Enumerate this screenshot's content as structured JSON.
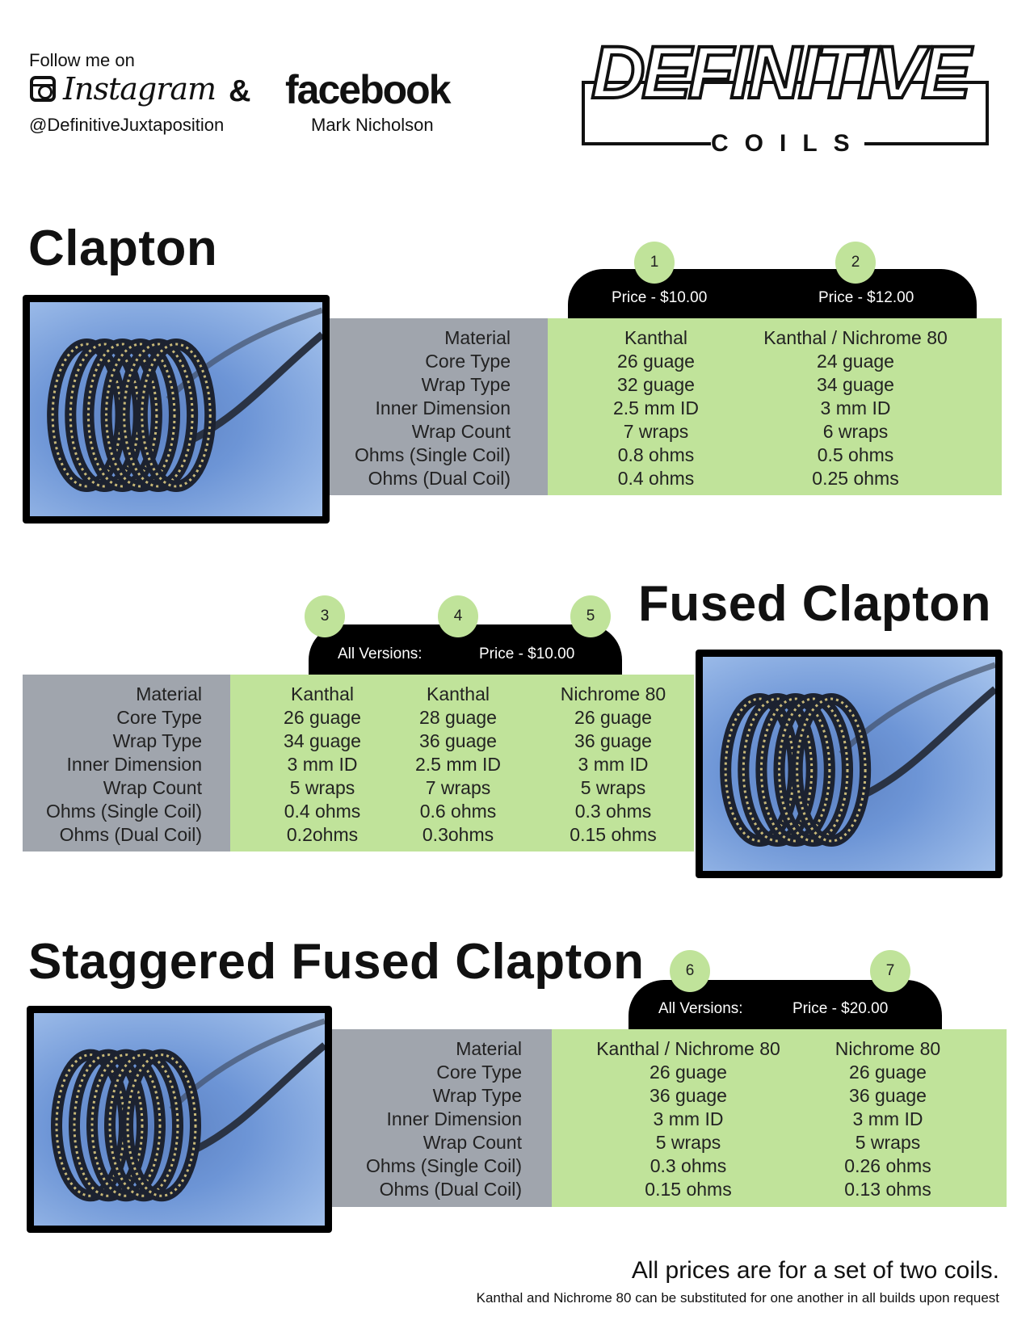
{
  "header": {
    "follow": "Follow me on",
    "instagram": "Instagram",
    "ampersand": "&",
    "facebook": "facebook",
    "instagram_handle": "@DefinitiveJuxtaposition",
    "facebook_name": "Mark Nicholson",
    "logo_main": "DEFINITIVE",
    "logo_sub": "COILS"
  },
  "row_labels": [
    "Material",
    "Core Type",
    "Wrap Type",
    "Inner Dimension",
    "Wrap Count",
    "Ohms (Single Coil)",
    "Ohms (Dual Coil)"
  ],
  "sections": [
    {
      "title": "Clapton",
      "numbers": [
        "1",
        "2"
      ],
      "prices": [
        "Price - $10.00",
        "Price - $12.00"
      ],
      "columns": [
        [
          "Kanthal",
          "26 guage",
          "32 guage",
          "2.5 mm ID",
          "7 wraps",
          "0.8 ohms",
          "0.4 ohms"
        ],
        [
          "Kanthal / Nichrome 80",
          "24 guage",
          "34 guage",
          "3 mm ID",
          "6 wraps",
          "0.5 ohms",
          "0.25 ohms"
        ]
      ]
    },
    {
      "title": "Fused Clapton",
      "numbers": [
        "3",
        "4",
        "5"
      ],
      "prices": [
        "All Versions:",
        "Price - $10.00"
      ],
      "columns": [
        [
          "Kanthal",
          "26 guage",
          "34 guage",
          "3 mm ID",
          "5 wraps",
          "0.4 ohms",
          "0.2ohms"
        ],
        [
          "Kanthal",
          "28 guage",
          "36 guage",
          "2.5 mm ID",
          "7 wraps",
          "0.6 ohms",
          "0.3ohms"
        ],
        [
          "Nichrome 80",
          "26 guage",
          "36 guage",
          "3 mm ID",
          "5 wraps",
          "0.3 ohms",
          "0.15 ohms"
        ]
      ]
    },
    {
      "title": "Staggered Fused Clapton",
      "numbers": [
        "6",
        "7"
      ],
      "prices": [
        "All Versions:",
        "Price - $20.00"
      ],
      "columns": [
        [
          "Kanthal / Nichrome 80",
          "26 guage",
          "36 guage",
          "3 mm ID",
          "5 wraps",
          "0.3 ohms",
          "0.15 ohms"
        ],
        [
          "Nichrome 80",
          "26 guage",
          "36 guage",
          "3 mm ID",
          "5 wraps",
          "0.26 ohms",
          "0.13 ohms"
        ]
      ]
    }
  ],
  "footer": {
    "note": "All prices are for a set of two coils.",
    "subnote": "Kanthal and Nichrome 80  can be substituted for one another in all builds upon request"
  },
  "colors": {
    "green": "#c0e39a",
    "gray": "#a0a5ad",
    "black": "#000000"
  }
}
